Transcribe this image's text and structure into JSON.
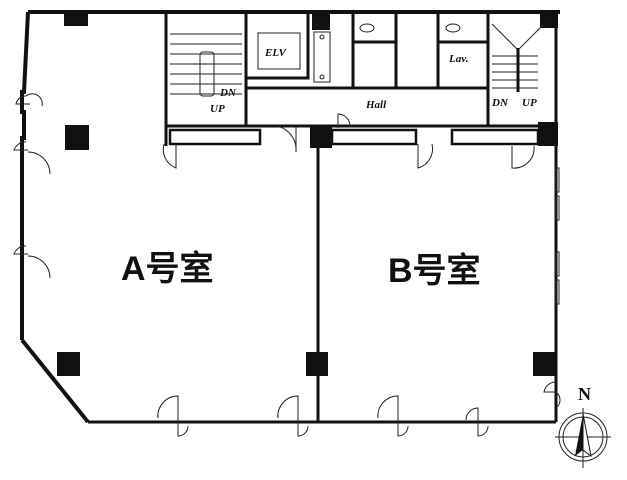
{
  "floor_plan": {
    "rooms": [
      {
        "id": "room-a",
        "label": "A号室"
      },
      {
        "id": "room-b",
        "label": "B号室"
      }
    ],
    "core": {
      "elevator_label": "ELV",
      "hall_label": "Hall",
      "lavatory_label": "Lav.",
      "stair_left": {
        "down_label": "DN",
        "up_label": "UP"
      },
      "stair_right": {
        "down_label": "DN",
        "up_label": "UP"
      }
    },
    "compass": {
      "label": "N"
    }
  }
}
